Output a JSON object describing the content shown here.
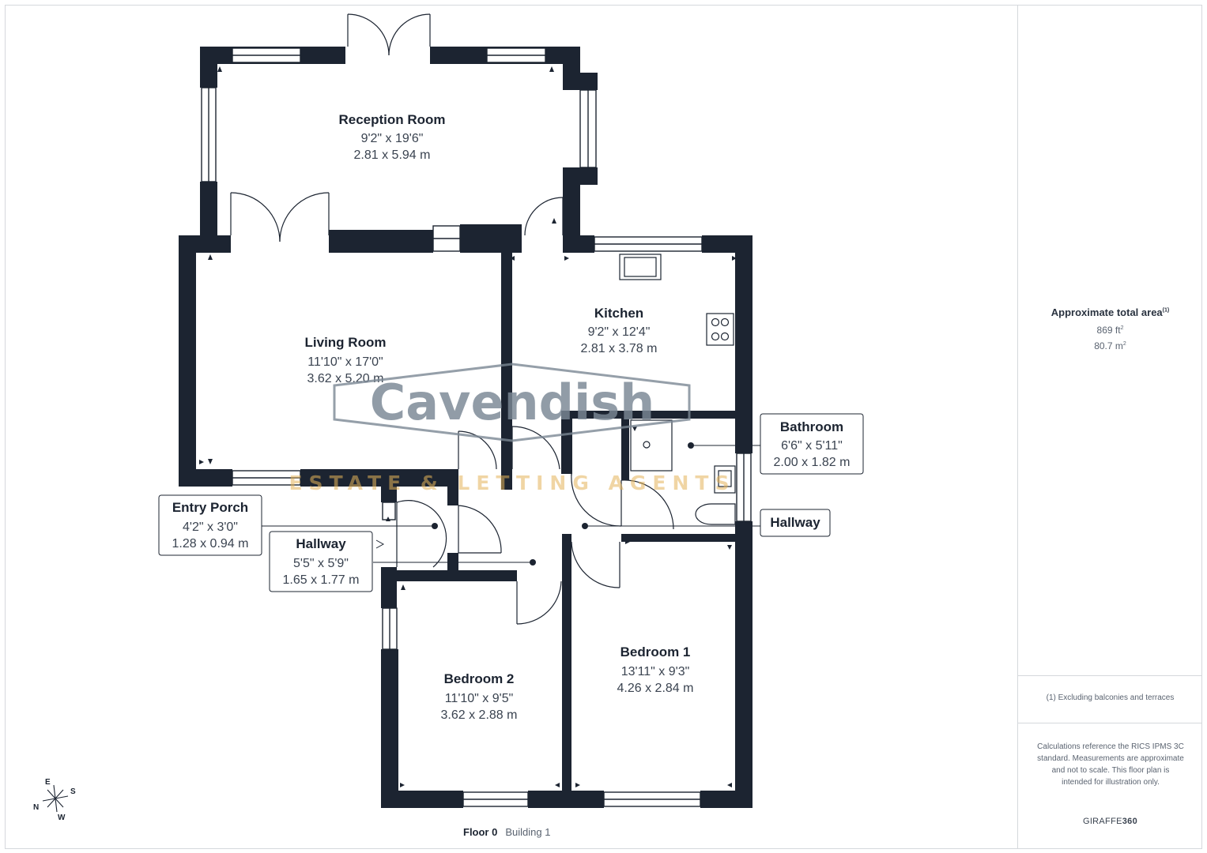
{
  "rooms": {
    "reception": {
      "name": "Reception Room",
      "imperial": "9'2\" x 19'6\"",
      "metric": "2.81 x 5.94 m"
    },
    "living": {
      "name": "Living Room",
      "imperial": "11'10\" x 17'0\"",
      "metric": "3.62 x 5.20 m"
    },
    "kitchen": {
      "name": "Kitchen",
      "imperial": "9'2\" x 12'4\"",
      "metric": "2.81 x 3.78 m"
    },
    "bathroom": {
      "name": "Bathroom",
      "imperial": "6'6\" x 5'11\"",
      "metric": "2.00 x 1.82 m"
    },
    "hallway_east": {
      "name": "Hallway"
    },
    "entry_porch": {
      "name": "Entry Porch",
      "imperial": "4'2\" x 3'0\"",
      "metric": "1.28 x 0.94 m"
    },
    "hallway": {
      "name": "Hallway",
      "imperial": "5'5\" x 5'9\"",
      "metric": "1.65 x 1.77 m"
    },
    "bedroom1": {
      "name": "Bedroom 1",
      "imperial": "13'11\" x 9'3\"",
      "metric": "4.26 x 2.84 m"
    },
    "bedroom2": {
      "name": "Bedroom 2",
      "imperial": "11'10\" x 9'5\"",
      "metric": "3.62 x 2.88 m"
    }
  },
  "watermark": {
    "name": "Cavendish",
    "tagline": "ESTATE & LETTING AGENTS"
  },
  "compass": {
    "e": "E",
    "s": "S",
    "n": "N",
    "w": "W"
  },
  "floor": {
    "label": "Floor 0",
    "building": "Building 1"
  },
  "sidebar": {
    "area_title": "Approximate total area",
    "area_note_marker": "(1)",
    "area_ft": "869 ft",
    "area_m": "80.7 m",
    "sq": "2",
    "footnote": "(1) Excluding balconies and terraces",
    "disclaimer": "Calculations reference the RICS IPMS 3C standard. Measurements are approximate and not to scale. This floor plan is intended for illustration only.",
    "brand_prefix": "GIRAFFE",
    "brand_suffix": "360"
  },
  "colors": {
    "wall": "#1c2431",
    "watermark_grey": "#7a8794",
    "watermark_gold": "#e5b45a"
  }
}
